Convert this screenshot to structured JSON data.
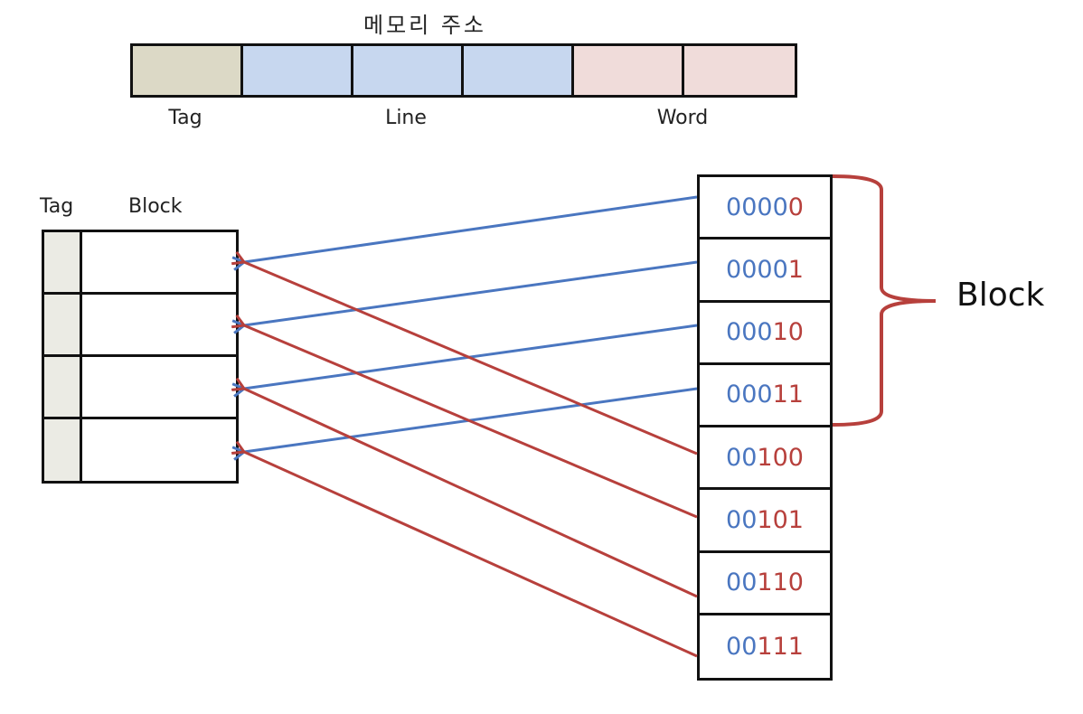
{
  "title": "메모리 주소",
  "address_fields": {
    "tag_label": "Tag",
    "line_label": "Line",
    "word_label": "Word",
    "segments": [
      "tag",
      "line",
      "line",
      "line",
      "word",
      "word"
    ]
  },
  "cache": {
    "tag_header": "Tag",
    "block_header": "Block",
    "rows": 4
  },
  "memory": {
    "addresses": [
      {
        "high": "0000",
        "low": "0"
      },
      {
        "high": "0000",
        "low": "1"
      },
      {
        "high": "000",
        "low": "10"
      },
      {
        "high": "000",
        "low": "11"
      },
      {
        "high": "00",
        "low": "100"
      },
      {
        "high": "00",
        "low": "101"
      },
      {
        "high": "00",
        "low": "110"
      },
      {
        "high": "00",
        "low": "111"
      }
    ]
  },
  "block_label": "Block",
  "colors": {
    "blue": "#4a76c0",
    "red": "#b7403c",
    "tag_fill": "#dcd9c6",
    "line_fill": "#c7d7ef",
    "word_fill": "#f0dcda"
  }
}
